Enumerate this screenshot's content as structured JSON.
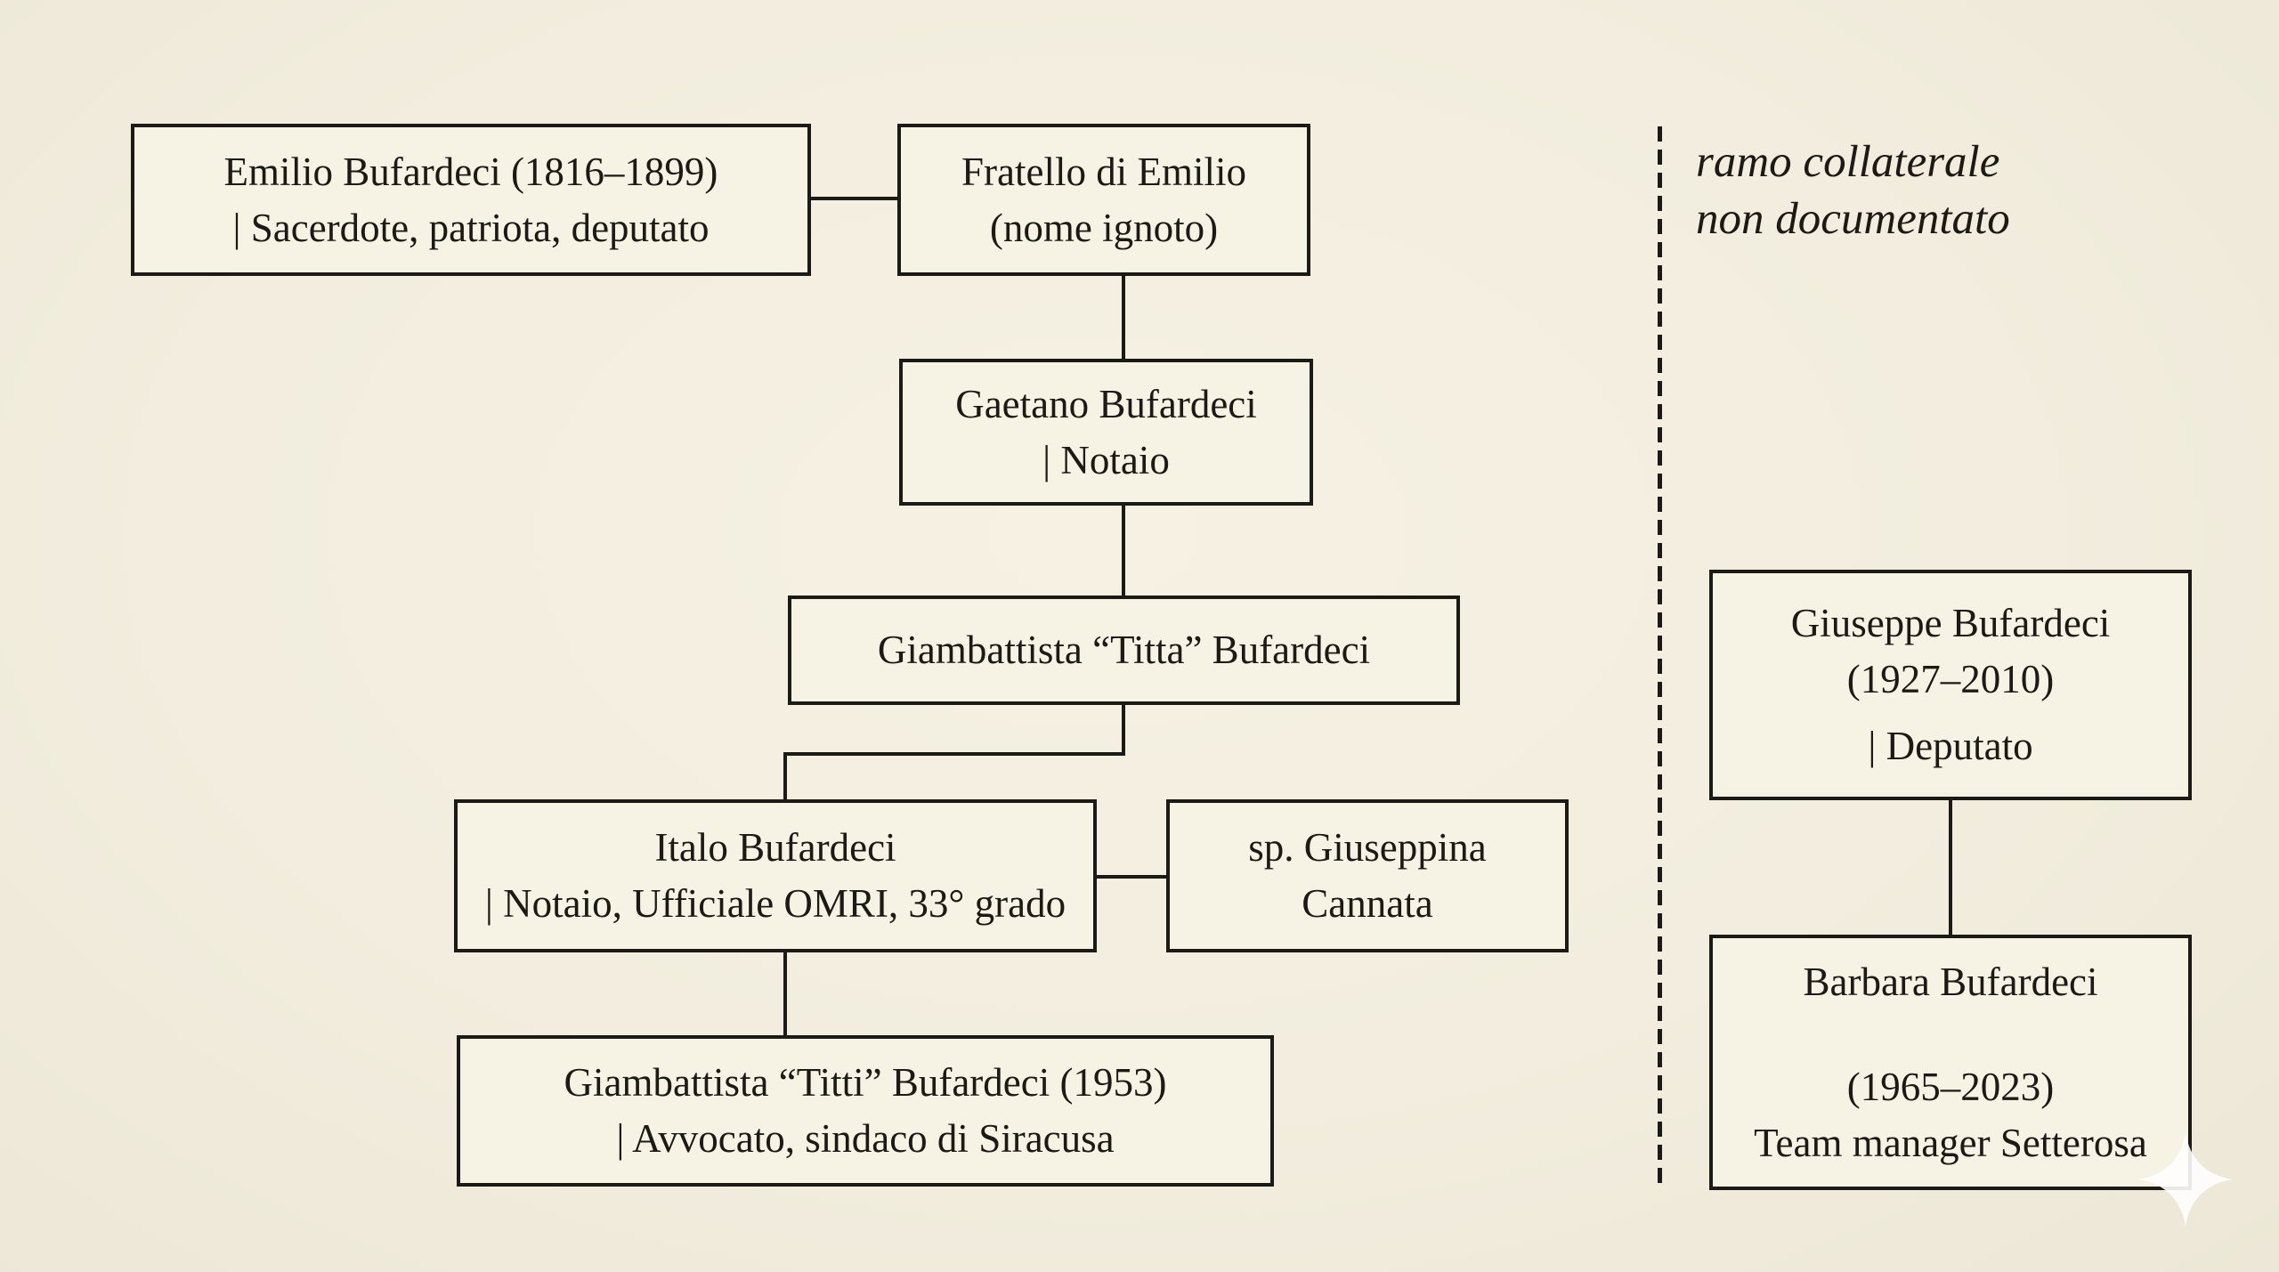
{
  "title": "Bufardeci family tree diagram",
  "colors": {
    "background": "#f2edde",
    "box_fill": "#f6f2e4",
    "ink": "#1c1a16",
    "watermark": "#ffffff"
  },
  "nodes": [
    {
      "id": "emilio",
      "lines": [
        "Emilio Bufardeci (1816–1899)",
        "| Sacerdote, patriota, deputato"
      ]
    },
    {
      "id": "fratello",
      "lines": [
        "Fratello di Emilio",
        "(nome ignoto)"
      ]
    },
    {
      "id": "gaetano",
      "lines": [
        "Gaetano Bufardeci",
        "| Notaio"
      ]
    },
    {
      "id": "titta",
      "lines": [
        "Giambattista “Titta” Bufardeci"
      ]
    },
    {
      "id": "italo",
      "lines": [
        "Italo Bufardeci",
        "| Notaio, Ufficiale OMRI, 33° grado"
      ]
    },
    {
      "id": "giuseppina",
      "lines": [
        "sp. Giuseppina",
        "Cannata"
      ]
    },
    {
      "id": "titti",
      "lines": [
        "Giambattista “Titti” Bufardeci (1953)",
        "| Avvocato, sindaco di Siracusa"
      ]
    },
    {
      "id": "giuseppe",
      "lines": [
        "Giuseppe Bufardeci",
        "(1927–2010)",
        "| Deputato"
      ]
    },
    {
      "id": "barbara",
      "lines": [
        "Barbara Bufardeci",
        "(1965–2023)",
        "Team manager Setterosa"
      ]
    }
  ],
  "edges": [
    {
      "from": "emilio",
      "to": "fratello",
      "type": "sibling"
    },
    {
      "from": "fratello",
      "to": "gaetano",
      "type": "parent-child"
    },
    {
      "from": "gaetano",
      "to": "titta",
      "type": "parent-child"
    },
    {
      "from": "titta",
      "to": "italo",
      "type": "parent-child"
    },
    {
      "from": "italo",
      "to": "giuseppina",
      "type": "spouse"
    },
    {
      "from": "italo",
      "to": "titti",
      "type": "parent-child"
    },
    {
      "from": "giuseppe",
      "to": "barbara",
      "type": "parent-child"
    }
  ],
  "side_note": {
    "line1": "ramo collaterale",
    "line2": "non documentato"
  },
  "watermark": "sparkle"
}
